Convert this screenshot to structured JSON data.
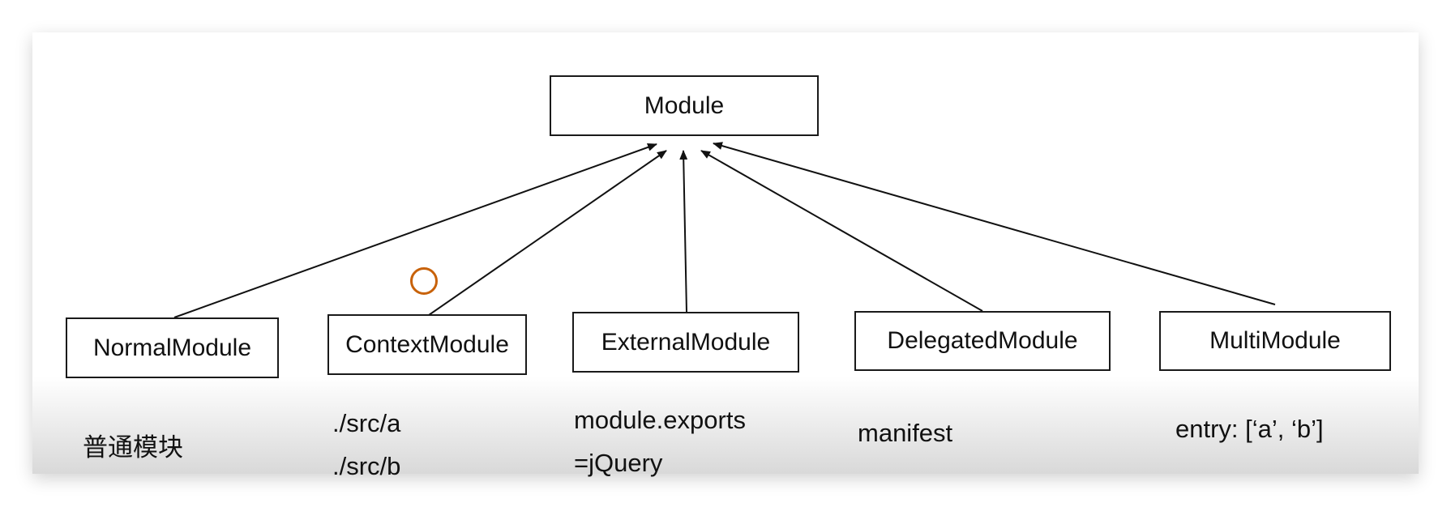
{
  "diagram": {
    "root": {
      "label": "Module"
    },
    "children": [
      {
        "label": "NormalModule",
        "note_lines": [
          "普通模块"
        ]
      },
      {
        "label": "ContextModule",
        "note_lines": [
          "./src/a",
          "./src/b"
        ]
      },
      {
        "label": "ExternalModule",
        "note_lines": [
          "module.exports",
          "=jQuery"
        ]
      },
      {
        "label": "DelegatedModule",
        "note_lines": [
          "manifest"
        ]
      },
      {
        "label": "MultiModule",
        "note_lines": [
          "entry: [‘a’, ‘b’]"
        ]
      }
    ],
    "edge_color": "#111111",
    "cursor_color": "#c8620a"
  }
}
